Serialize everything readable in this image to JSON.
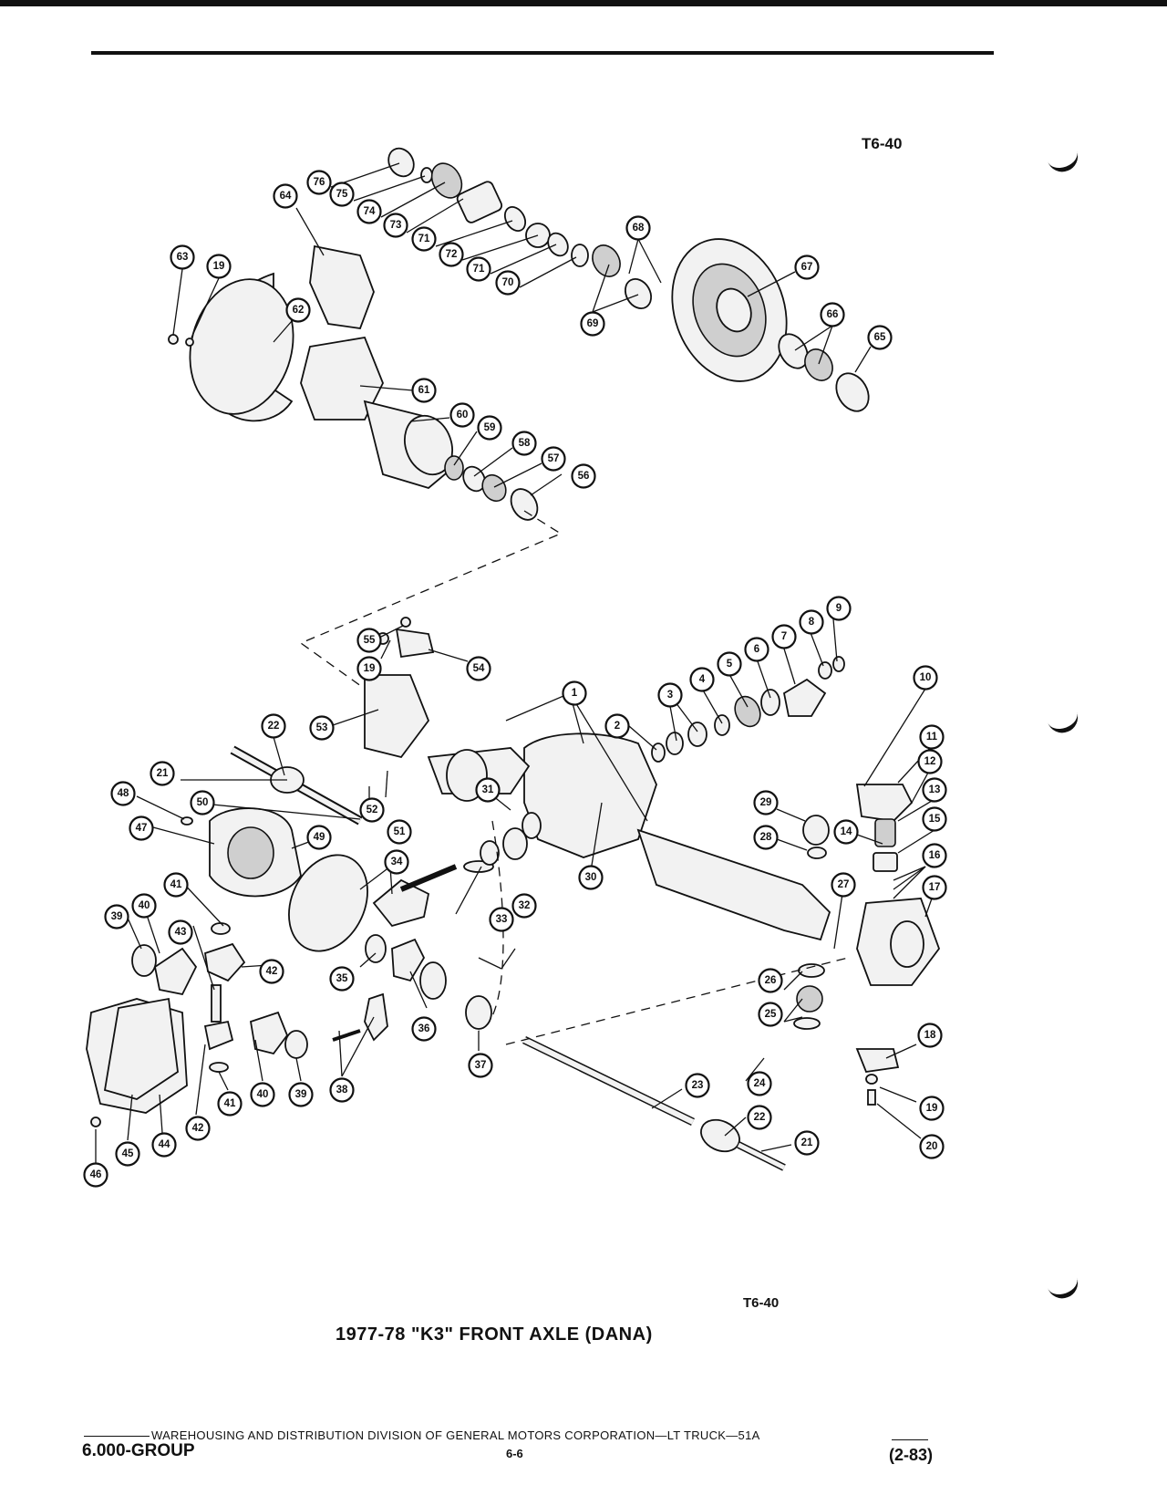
{
  "figure_code": "T6-40",
  "figure_code_bottom": "T6-40",
  "title": "1977-78 \"K3\" FRONT AXLE (DANA)",
  "footer": {
    "line": "WAREHOUSING AND DISTRIBUTION  DIVISION OF GENERAL MOTORS CORPORATION—LT TRUCK—51A",
    "group": "6.000-GROUP",
    "page": "6-6",
    "revision": "(2-83)"
  },
  "callouts": [
    "76",
    "75",
    "74",
    "73",
    "64",
    "71",
    "72",
    "71",
    "70",
    "68",
    "69",
    "67",
    "66",
    "65",
    "63",
    "19",
    "62",
    "61",
    "60",
    "59",
    "58",
    "57",
    "56",
    "9",
    "8",
    "7",
    "6",
    "5",
    "4",
    "3",
    "55",
    "19",
    "54",
    "1",
    "2",
    "53",
    "22",
    "10",
    "11",
    "12",
    "13",
    "14",
    "15",
    "16",
    "17",
    "21",
    "48",
    "50",
    "52",
    "51",
    "31",
    "29",
    "28",
    "47",
    "49",
    "34",
    "30",
    "27",
    "41",
    "40",
    "39",
    "43",
    "33",
    "32",
    "42",
    "35",
    "36",
    "26",
    "25",
    "18",
    "37",
    "23",
    "24",
    "22",
    "21",
    "19",
    "20",
    "38",
    "40",
    "39",
    "41",
    "42",
    "45",
    "44",
    "46"
  ]
}
